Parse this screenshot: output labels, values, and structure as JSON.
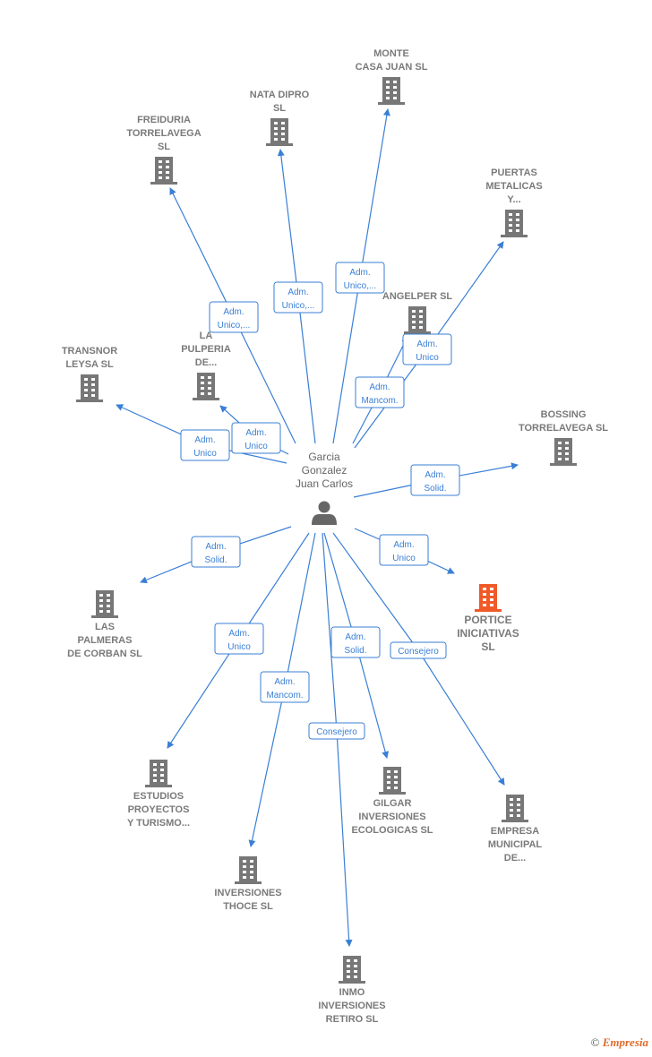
{
  "center": {
    "name_lines": [
      "Garcia",
      "Gonzalez",
      "Juan Carlos"
    ],
    "icon": "person-icon"
  },
  "colors": {
    "edge": "#3a7fd5",
    "building": "#777777",
    "highlight": "#f05a28"
  },
  "companies": [
    {
      "id": "monte",
      "lines": [
        "MONTE",
        "CASA JUAN SL"
      ]
    },
    {
      "id": "nata",
      "lines": [
        "NATA DIPRO",
        "SL"
      ]
    },
    {
      "id": "freid",
      "lines": [
        "FREIDURIA",
        "TORRELAVEGA",
        "SL"
      ]
    },
    {
      "id": "puertas",
      "lines": [
        "PUERTAS",
        "METALICAS",
        "Y..."
      ]
    },
    {
      "id": "angel",
      "lines": [
        "ANGELPER  SL"
      ]
    },
    {
      "id": "transnor",
      "lines": [
        "TRANSNOR",
        "LEYSA SL"
      ]
    },
    {
      "id": "pulperia",
      "lines": [
        "LA",
        "PULPERIA",
        "DE..."
      ]
    },
    {
      "id": "bossing",
      "lines": [
        "BOSSING",
        "TORRELAVEGA SL"
      ]
    },
    {
      "id": "palmeras",
      "lines": [
        "LAS",
        "PALMERAS",
        "DE CORBAN SL"
      ]
    },
    {
      "id": "portice",
      "lines": [
        "PORTICE",
        "INICIATIVAS",
        "SL"
      ],
      "highlight": true
    },
    {
      "id": "estudios",
      "lines": [
        "ESTUDIOS",
        "PROYECTOS",
        "Y TURISMO..."
      ]
    },
    {
      "id": "gilgar",
      "lines": [
        "GILGAR",
        "INVERSIONES",
        "ECOLOGICAS SL"
      ]
    },
    {
      "id": "empresa",
      "lines": [
        "EMPRESA",
        "MUNICIPAL",
        "DE..."
      ]
    },
    {
      "id": "thoce",
      "lines": [
        "INVERSIONES",
        "THOCE  SL"
      ]
    },
    {
      "id": "inmo",
      "lines": [
        "INMO",
        "INVERSIONES",
        "RETIRO  SL"
      ]
    }
  ],
  "roles": [
    {
      "id": "r-monte",
      "lines": [
        "Adm.",
        "Unico,..."
      ]
    },
    {
      "id": "r-nata",
      "lines": [
        "Adm.",
        "Unico,..."
      ]
    },
    {
      "id": "r-freid",
      "lines": [
        "Adm.",
        "Unico,..."
      ]
    },
    {
      "id": "r-puertas",
      "lines": [
        "Adm.",
        "Unico"
      ]
    },
    {
      "id": "r-angel",
      "lines": [
        "Adm.",
        "Mancom."
      ]
    },
    {
      "id": "r-transnor",
      "lines": [
        "Adm.",
        "Unico"
      ]
    },
    {
      "id": "r-pulperia",
      "lines": [
        "Adm.",
        "Unico"
      ]
    },
    {
      "id": "r-bossing",
      "lines": [
        "Adm.",
        "Solid."
      ]
    },
    {
      "id": "r-palmeras",
      "lines": [
        "Adm.",
        "Solid."
      ]
    },
    {
      "id": "r-portice",
      "lines": [
        "Adm.",
        "Unico"
      ]
    },
    {
      "id": "r-estudios",
      "lines": [
        "Adm.",
        "Unico"
      ]
    },
    {
      "id": "r-thoce",
      "lines": [
        "Adm.",
        "Mancom."
      ]
    },
    {
      "id": "r-gilgar",
      "lines": [
        "Adm.",
        "Solid."
      ]
    },
    {
      "id": "r-empresa",
      "lines": [
        "Consejero"
      ]
    },
    {
      "id": "r-inmo",
      "lines": [
        "Consejero"
      ]
    }
  ],
  "footer": {
    "copyright": "©",
    "brand": "Empresia"
  }
}
